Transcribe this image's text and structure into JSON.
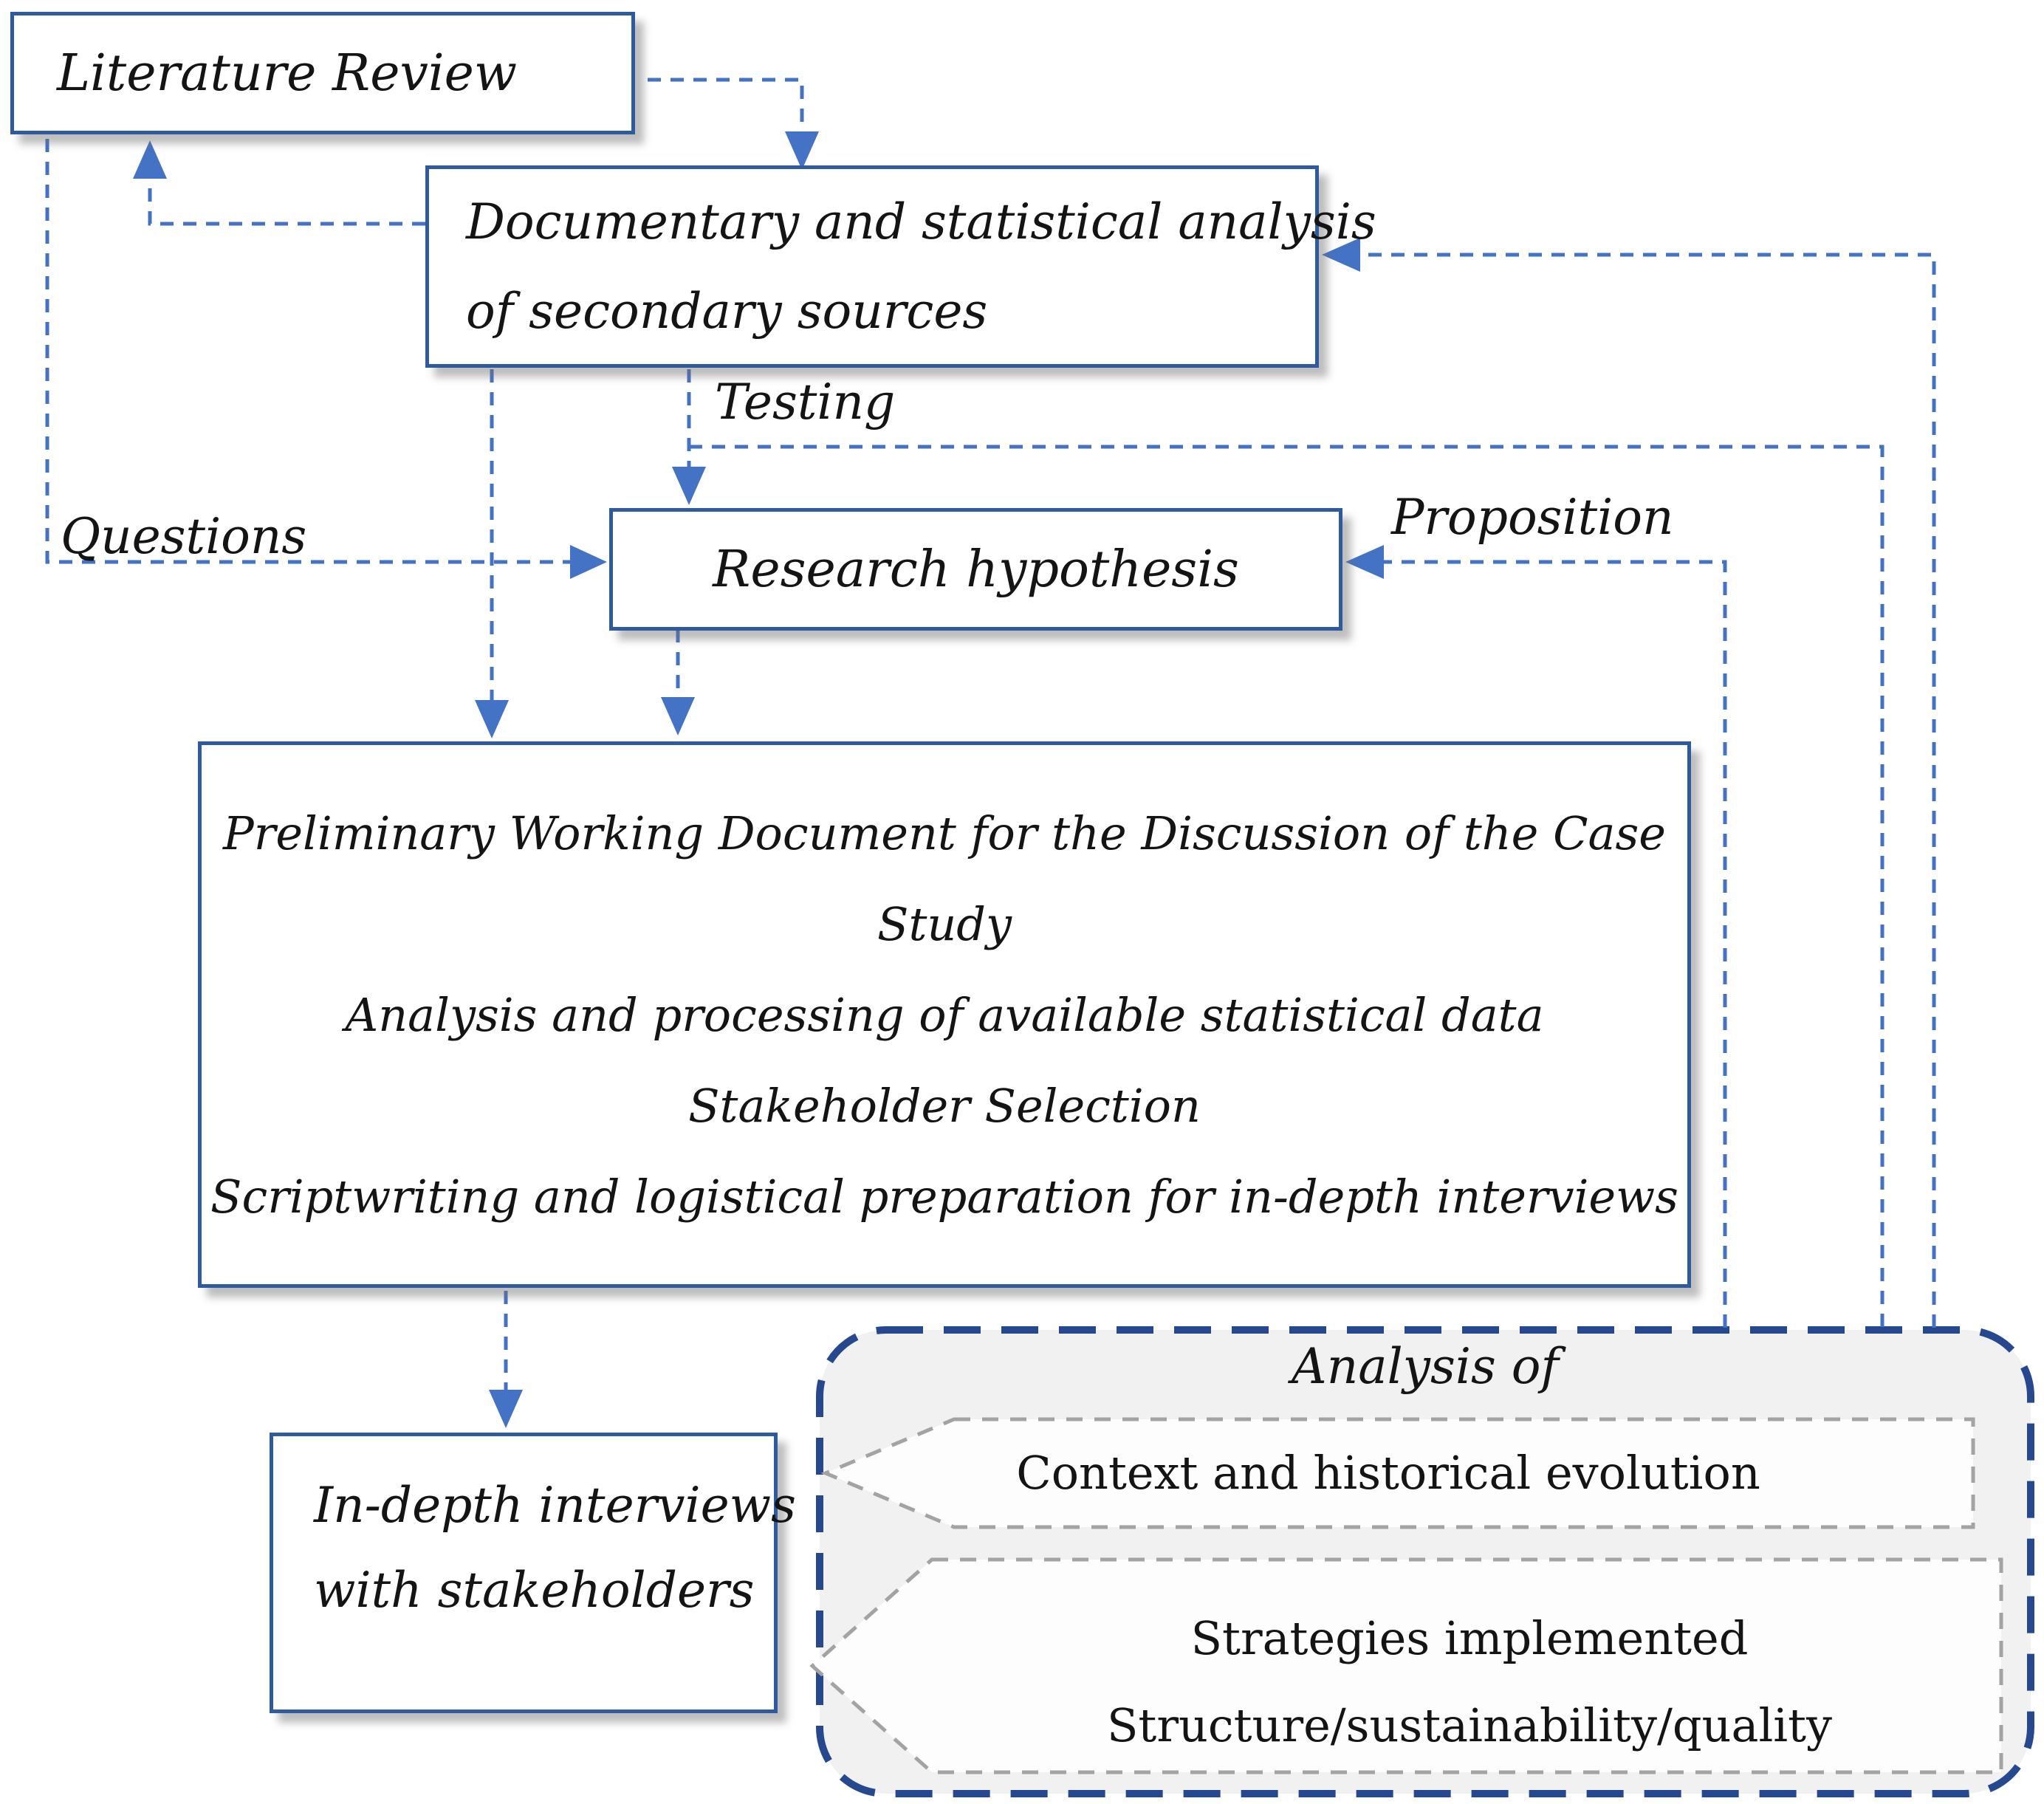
{
  "diagram": {
    "nodes": {
      "literature_review": {
        "label": "Literature Review"
      },
      "documentary_analysis": {
        "lines": [
          "Documentary and statistical analysis",
          "of secondary sources"
        ]
      },
      "research_hypothesis": {
        "label": "Research hypothesis"
      },
      "preliminary_work": {
        "lines": [
          "Preliminary Working Document for the Discussion of the Case",
          "Study",
          "Analysis and processing of available statistical data",
          "Stakeholder Selection",
          "Scriptwriting and logistical preparation for in-depth interviews"
        ]
      },
      "interviews": {
        "lines": [
          "In-depth interviews",
          "with stakeholders"
        ]
      },
      "analysis_group": {
        "title": "Analysis of",
        "context_item": {
          "label": "Context and historical evolution"
        },
        "strategies_item": {
          "lines": [
            "Strategies implemented",
            "Structure/sustainability/quality"
          ]
        }
      }
    },
    "edge_labels": {
      "questions": "Questions",
      "testing": "Testing",
      "proposition": "Proposition"
    },
    "colors": {
      "connector_blue": "#4472c4",
      "box_border_blue": "#2e5b9f",
      "group_border_navy": "#25488f",
      "group_fill": "#f1f1f1",
      "item_border_gray": "#a3a3a3",
      "text": "#141414"
    }
  }
}
